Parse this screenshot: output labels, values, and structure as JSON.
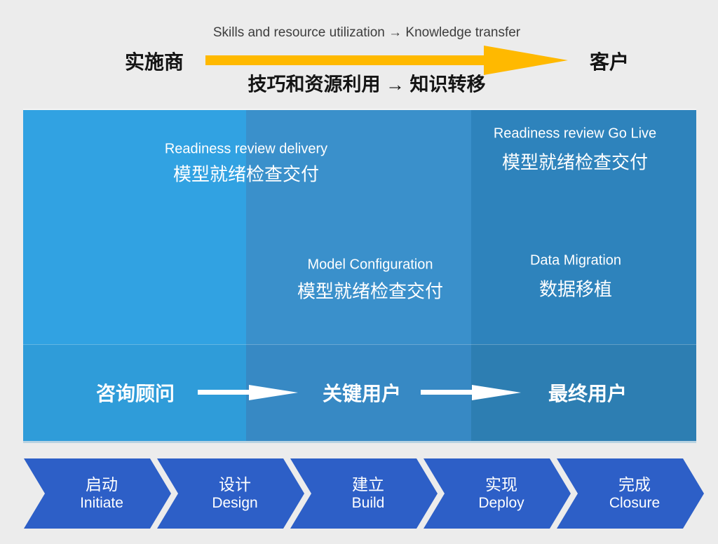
{
  "top": {
    "subtitle_en": "Skills and resource utilization → Knowledge transfer",
    "left_label": "实施商",
    "right_label": "客户",
    "subtitle_zh": "技巧和资源利用 → 知识转移",
    "arrow_icon": "yellow-right-arrow"
  },
  "matrix": {
    "cells": [
      {
        "en": "Readiness review delivery",
        "zh": "模型就绪检查交付"
      },
      {
        "en": "Model Configuration",
        "zh": "模型就绪检查交付"
      },
      {
        "en": "Readiness review Go Live",
        "zh": "模型就绪检查交付"
      },
      {
        "en": "Data Migration",
        "zh": "数据移植"
      }
    ],
    "roles": [
      "咨询顾问",
      "关键用户",
      "最终用户"
    ],
    "role_arrow_icon": "white-right-arrow"
  },
  "phases": [
    {
      "zh": "启动",
      "en": "Initiate"
    },
    {
      "zh": "设计",
      "en": "Design"
    },
    {
      "zh": "建立",
      "en": "Build"
    },
    {
      "zh": "实现",
      "en": "Deploy"
    },
    {
      "zh": "完成",
      "en": "Closure"
    }
  ],
  "colors": {
    "background": "#ECECEC",
    "arrow_yellow": "#FFB900",
    "column1_top": "#31A2E2",
    "column2_top": "#3A90CB",
    "column3_top": "#2E83BC",
    "column1_bottom": "#2F9CD9",
    "column2_bottom": "#3789C4",
    "column3_bottom": "#2D7EB2",
    "phase_chevron_blue": "#2D5FC7",
    "panel_text": "#FFFFFF",
    "top_text_dark": "#3D3D3D",
    "top_text_black": "#141414"
  }
}
